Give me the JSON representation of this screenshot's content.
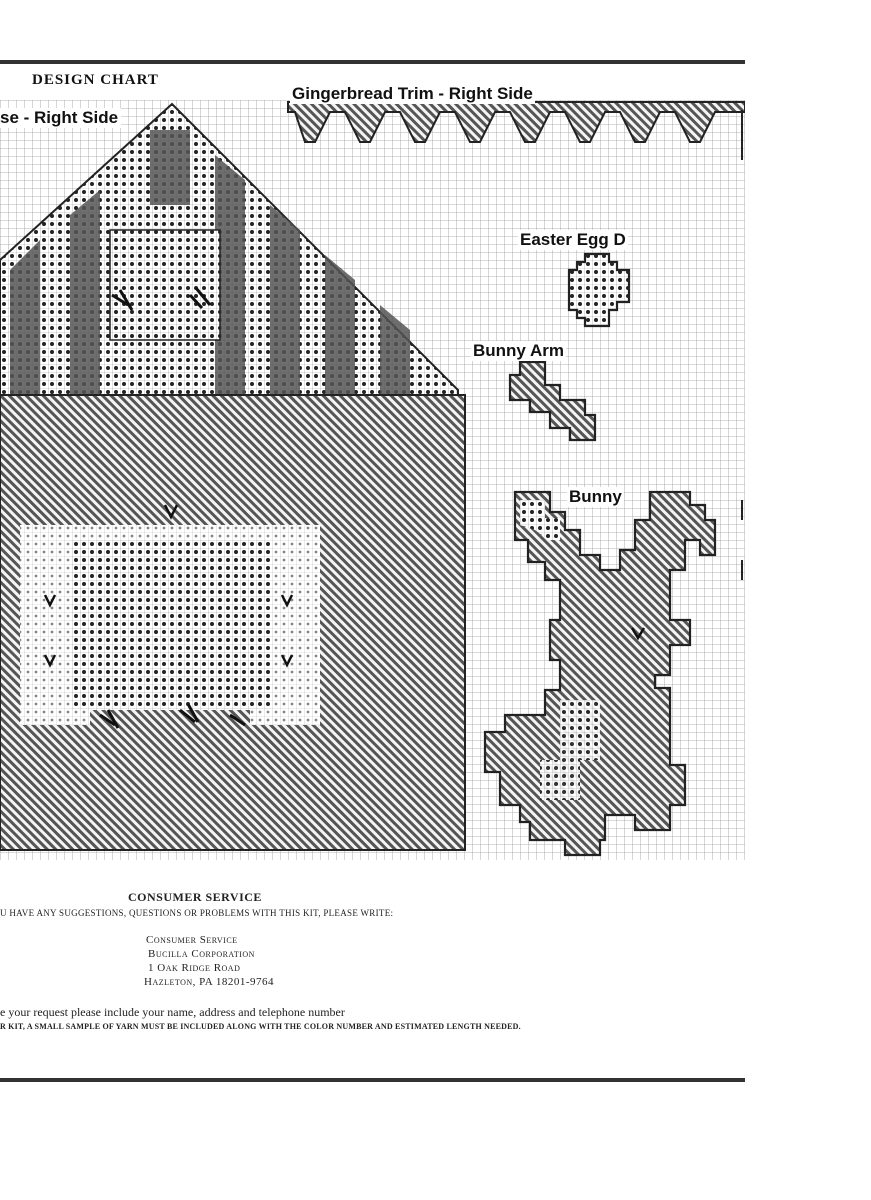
{
  "chart": {
    "heading": "DESIGN CHART",
    "labels": {
      "house": "se - Right Side",
      "trim": "Gingerbread Trim - Right Side",
      "egg": "Easter Egg D",
      "arm": "Bunny Arm",
      "bunny": "Bunny"
    }
  },
  "consumer_service": {
    "heading": "CONSUMER SERVICE",
    "intro": "U HAVE ANY SUGGESTIONS, QUESTIONS OR PROBLEMS WITH THIS KIT, PLEASE WRITE:",
    "address": [
      "Consumer Service",
      "Bucilla Corporation",
      "1 Oak Ridge Road",
      "Hazleton, PA 18201-9764"
    ],
    "note1": "e your request please include your name, address and telephone number",
    "note2": "R KIT, A SMALL SAMPLE OF YARN MUST BE INCLUDED ALONG WITH THE COLOR NUMBER AND ESTIMATED LENGTH NEEDED."
  },
  "colors": {
    "ink": "#222222",
    "stripe": "#555555",
    "grid": "#9a9a9a"
  }
}
